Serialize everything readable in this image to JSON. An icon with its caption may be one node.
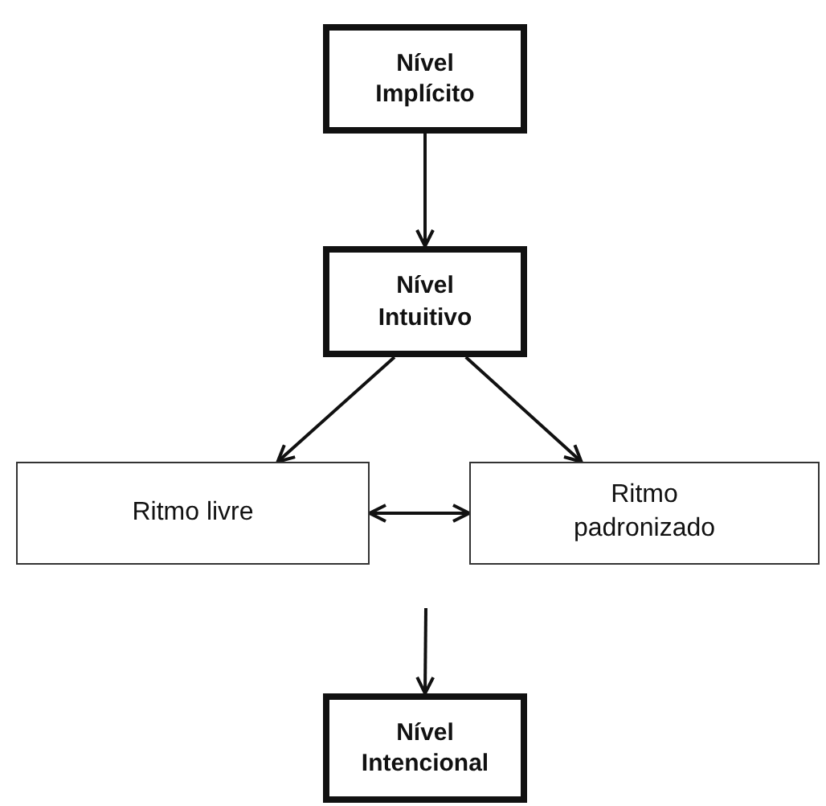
{
  "diagram": {
    "nodes": [
      {
        "text": [
          "Nível Implícito"
        ]
      },
      {
        "text": [
          "Nível Intuitivo"
        ]
      },
      {
        "text": [
          "Ritmo livre"
        ]
      },
      {
        "text": [
          "Ritmo padronizado"
        ]
      },
      {
        "text": [
          "Nível Intencional"
        ]
      }
    ],
    "edges": [
      {
        "from": 0,
        "to": 1,
        "arrow": "to"
      },
      {
        "from": 1,
        "to": 2,
        "arrow": "to"
      },
      {
        "from": 1,
        "to": 3,
        "arrow": "to"
      },
      {
        "from": 2,
        "to": 3,
        "arrow": "both"
      },
      {
        "from": null,
        "to": 4,
        "arrow": "to"
      }
    ]
  }
}
